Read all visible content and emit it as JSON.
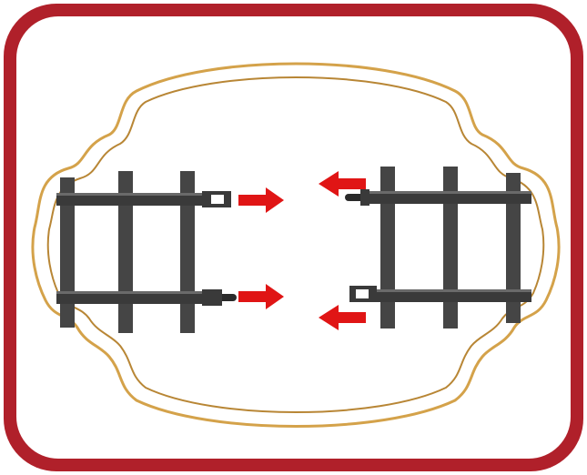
{
  "colors": {
    "outer_frame": "#b0202a",
    "inner_panel": "#ffffff",
    "ornate_border": "#d4a24a",
    "ornate_border_dark": "#a97a2c",
    "track": "#4a4a4a",
    "track_dark": "#2a2a2a",
    "arrow": "#e01515"
  },
  "illustration": {
    "left_track": "straight-track-section",
    "right_track": "straight-track-section",
    "arrows": [
      "arrow-right",
      "arrow-right",
      "arrow-left",
      "arrow-left"
    ]
  }
}
